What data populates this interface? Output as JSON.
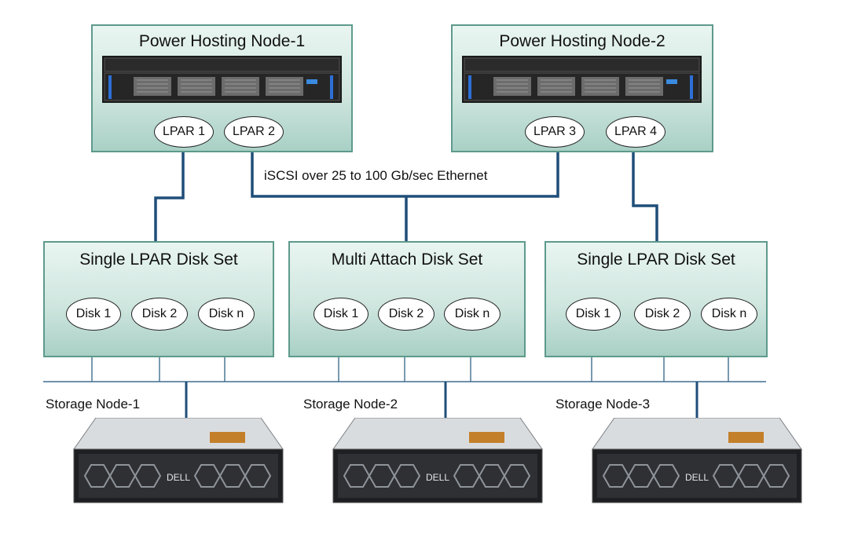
{
  "hosts": [
    {
      "title": "Power Hosting Node-1",
      "lpars": [
        "LPAR 1",
        "LPAR 2"
      ]
    },
    {
      "title": "Power Hosting Node-2",
      "lpars": [
        "LPAR 3",
        "LPAR 4"
      ]
    }
  ],
  "network_label": "iSCSI over 25 to 100 Gb/sec Ethernet",
  "disk_sets": [
    {
      "title": "Single LPAR Disk Set",
      "disks": [
        "Disk 1",
        "Disk 2",
        "Disk n"
      ]
    },
    {
      "title": "Multi Attach Disk Set",
      "disks": [
        "Disk 1",
        "Disk 2",
        "Disk n"
      ]
    },
    {
      "title": "Single LPAR Disk Set",
      "disks": [
        "Disk 1",
        "Disk 2",
        "Disk n"
      ]
    }
  ],
  "storage_nodes": [
    {
      "label": "Storage Node-1",
      "brand": "DELL"
    },
    {
      "label": "Storage Node-2",
      "brand": "DELL"
    },
    {
      "label": "Storage Node-3",
      "brand": "DELL"
    }
  ],
  "colors": {
    "connector": "#1f4e79",
    "box_border": "#5e9a8c",
    "box_fill": "#cfe6df"
  },
  "icons": {
    "power_server": "rack-server-icon",
    "storage_server": "storage-server-icon"
  }
}
